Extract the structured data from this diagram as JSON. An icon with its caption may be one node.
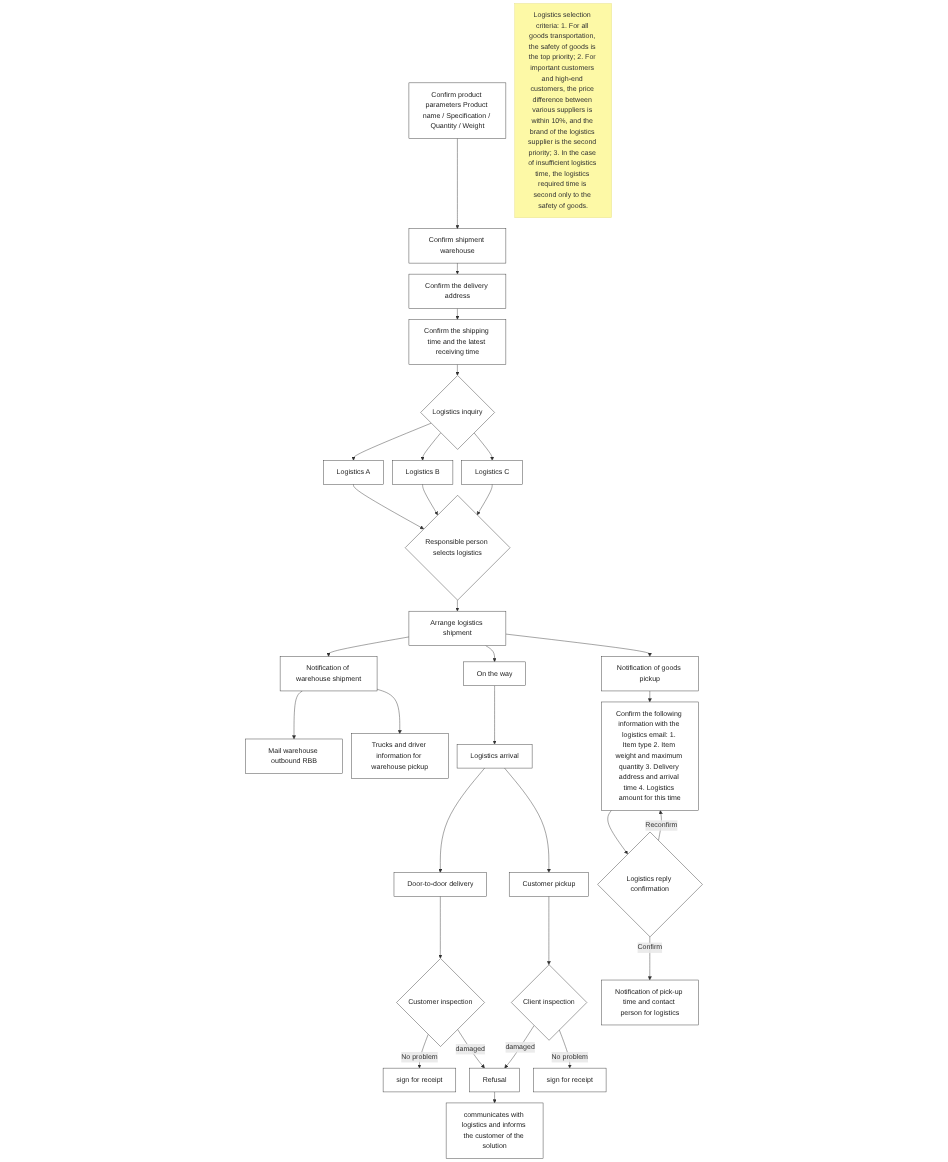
{
  "diagram": {
    "nodes": [
      {
        "text": [
          "Confirm product parameters Product name / Specification / Quantity / Weight"
        ]
      },
      {
        "text": [
          "Confirm shipment warehouse"
        ]
      },
      {
        "text": [
          "Confirm the delivery address"
        ]
      },
      {
        "text": [
          "Confirm the shipping time and the latest receiving time"
        ]
      },
      {
        "text": [
          "Logistics inquiry"
        ]
      },
      {
        "text": [
          "Logistics A"
        ]
      },
      {
        "text": [
          "Logistics B"
        ]
      },
      {
        "text": [
          "Logistics C"
        ]
      },
      {
        "text": [
          "Responsible person selects logistics"
        ]
      },
      {
        "text": [
          "Logistics selection criteria: 1. For all goods transportation, the safety of goods is the top priority; 2. For important customers and high-end customers, the price difference between various suppliers is within 10%, and the brand of the logistics supplier is the second priority; 3. In the case of insufficient logistics time, the logistics required time is second only to the safety of goods."
        ]
      },
      {
        "text": [
          "Notification of warehouse shipment"
        ]
      },
      {
        "text": [
          "Mail warehouse outbound RBB"
        ]
      },
      {
        "text": [
          "Trucks and driver information for warehouse pickup"
        ]
      },
      {
        "text": [
          "Arrange logistics shipment"
        ]
      },
      {
        "text": [
          "Notification of goods pickup"
        ]
      },
      {
        "text": [
          "On the way"
        ]
      },
      {
        "text": [
          "Confirm the following information with the logistics email: 1. Item type 2. Item weight and maximum quantity 3. Delivery address and arrival time 4. Logistics amount for this time"
        ]
      },
      {
        "text": [
          "Logistics arrival"
        ]
      },
      {
        "text": [
          "Door-to-door delivery"
        ]
      },
      {
        "text": [
          "Customer inspection"
        ]
      },
      {
        "text": [
          "sign for receipt"
        ]
      },
      {
        "text": [
          "Refusal"
        ]
      },
      {
        "text": [
          "communicates with logistics and informs the customer of the solution"
        ]
      },
      {
        "text": [
          "Customer pickup"
        ]
      },
      {
        "text": [
          "Client inspection"
        ]
      },
      {
        "text": [
          "sign for receipt"
        ]
      },
      {
        "text": [
          "Logistics reply confirmation"
        ]
      },
      {
        "text": [
          "Notification of pick-up time and contact person for logistics"
        ]
      }
    ],
    "edges": [
      {
        "from": 0,
        "to": 1,
        "arrow": "to"
      },
      {
        "from": 1,
        "to": 2,
        "arrow": "to"
      },
      {
        "from": 2,
        "to": 3,
        "arrow": "to"
      },
      {
        "from": 3,
        "to": 4,
        "arrow": "to"
      },
      {
        "from": 4,
        "to": 5,
        "arrow": "to"
      },
      {
        "from": 4,
        "to": 6,
        "arrow": "to"
      },
      {
        "from": 4,
        "to": 7,
        "arrow": "to"
      },
      {
        "from": 5,
        "to": 8,
        "arrow": "to"
      },
      {
        "from": 6,
        "to": 8,
        "arrow": "to"
      },
      {
        "from": 7,
        "to": 8,
        "arrow": "to"
      },
      {
        "from": 8,
        "to": 13,
        "arrow": "to"
      },
      {
        "from": 13,
        "to": 10,
        "arrow": "to"
      },
      {
        "from": 13,
        "to": 14,
        "arrow": "to"
      },
      {
        "from": 10,
        "to": 11,
        "arrow": "to"
      },
      {
        "from": 10,
        "to": 12,
        "arrow": "to"
      },
      {
        "from": 13,
        "to": 15,
        "arrow": "to"
      },
      {
        "from": 14,
        "to": 16,
        "arrow": "to"
      },
      {
        "from": 15,
        "to": 17,
        "arrow": "to"
      },
      {
        "from": 17,
        "to": 18,
        "arrow": "to"
      },
      {
        "from": 17,
        "to": 23,
        "arrow": "to"
      },
      {
        "from": 18,
        "to": 19,
        "arrow": "to"
      },
      {
        "from": 19,
        "to": 20,
        "arrow": "to",
        "label": "No problem"
      },
      {
        "from": 19,
        "to": 21,
        "arrow": "to",
        "label": "damaged"
      },
      {
        "from": 24,
        "to": 21,
        "arrow": "to",
        "label": "damaged"
      },
      {
        "from": 21,
        "to": 22,
        "arrow": "to"
      },
      {
        "from": 23,
        "to": 24,
        "arrow": "to"
      },
      {
        "from": 24,
        "to": 25,
        "arrow": "to",
        "label": "No problem"
      },
      {
        "from": 16,
        "to": 26,
        "arrow": "to"
      },
      {
        "from": 26,
        "to": 16,
        "arrow": "to",
        "label": "Reconfirm"
      },
      {
        "from": 26,
        "to": 27,
        "arrow": "to",
        "label": "Confirm"
      }
    ]
  }
}
